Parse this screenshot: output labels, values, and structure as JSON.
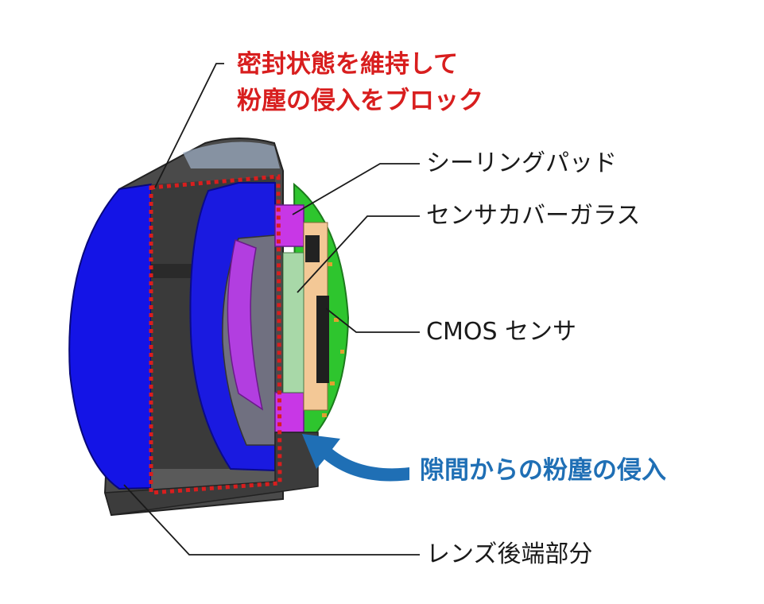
{
  "annotations": {
    "seal_note_line1": "密封状態を維持して",
    "seal_note_line2": "粉塵の侵入をブロック",
    "sealing_pad": "シーリングパッド",
    "sensor_cover_glass": "センサカバーガラス",
    "cmos_sensor": "CMOS センサ",
    "dust_intrusion": "隙間からの粉塵の侵入",
    "lens_rear": "レンズ後端部分"
  },
  "colors": {
    "lens_body_blue": "#1414e6",
    "housing_gray": "#3c3c3c",
    "sealing_pad_magenta": "#c837e6",
    "cover_glass_green": "#a8d8a8",
    "pcb_green": "#2ec52e",
    "seal_outline_red": "#d81e1e",
    "intrusion_arrow_blue": "#1f6fb5",
    "leader_line": "#1a1a1a"
  }
}
